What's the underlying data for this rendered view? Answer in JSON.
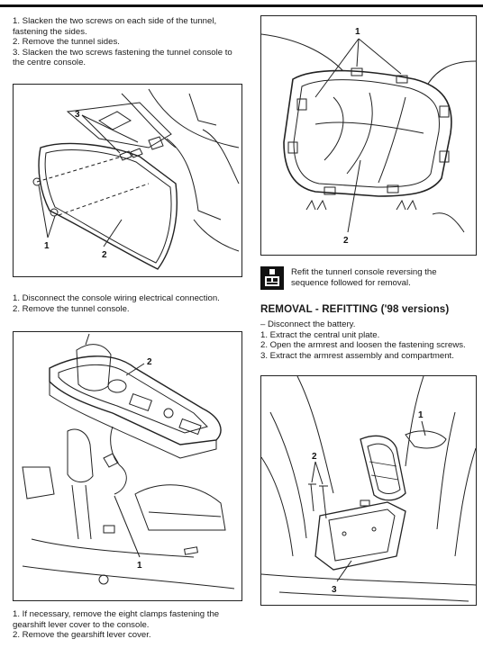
{
  "left_column": {
    "steps_a": [
      "1. Slacken the two screws on each side of the tunnel, fastening the sides.",
      "2. Remove the tunnel sides.",
      "3. Slacken the two screws fastening the tunnel console to the centre console."
    ],
    "fig1_callouts": [
      "3",
      "1",
      "2"
    ],
    "steps_b": [
      "1. Disconnect the console wiring electrical connection.",
      "2. Remove the tunnel console."
    ],
    "fig2_callouts": [
      "2",
      "1"
    ],
    "steps_c": [
      "1. If necessary, remove the eight clamps fastening the gearshift lever cover to the console.",
      "2. Remove the gearshift lever cover."
    ]
  },
  "right_column": {
    "fig3_callouts": [
      "1",
      "2"
    ],
    "note_icon": "refitting-icon",
    "note": "Refit the tunnerl console reversing the sequence followed for removal.",
    "heading": "REMOVAL - REFITTING ('98 versions)",
    "steps": [
      "– Disconnect the battery.",
      "1. Extract the central unit plate.",
      "2. Open the armrest and loosen the fastening screws.",
      "3. Extract the armrest assembly and compartment."
    ],
    "fig4_callouts": [
      "1",
      "2",
      "3"
    ]
  }
}
